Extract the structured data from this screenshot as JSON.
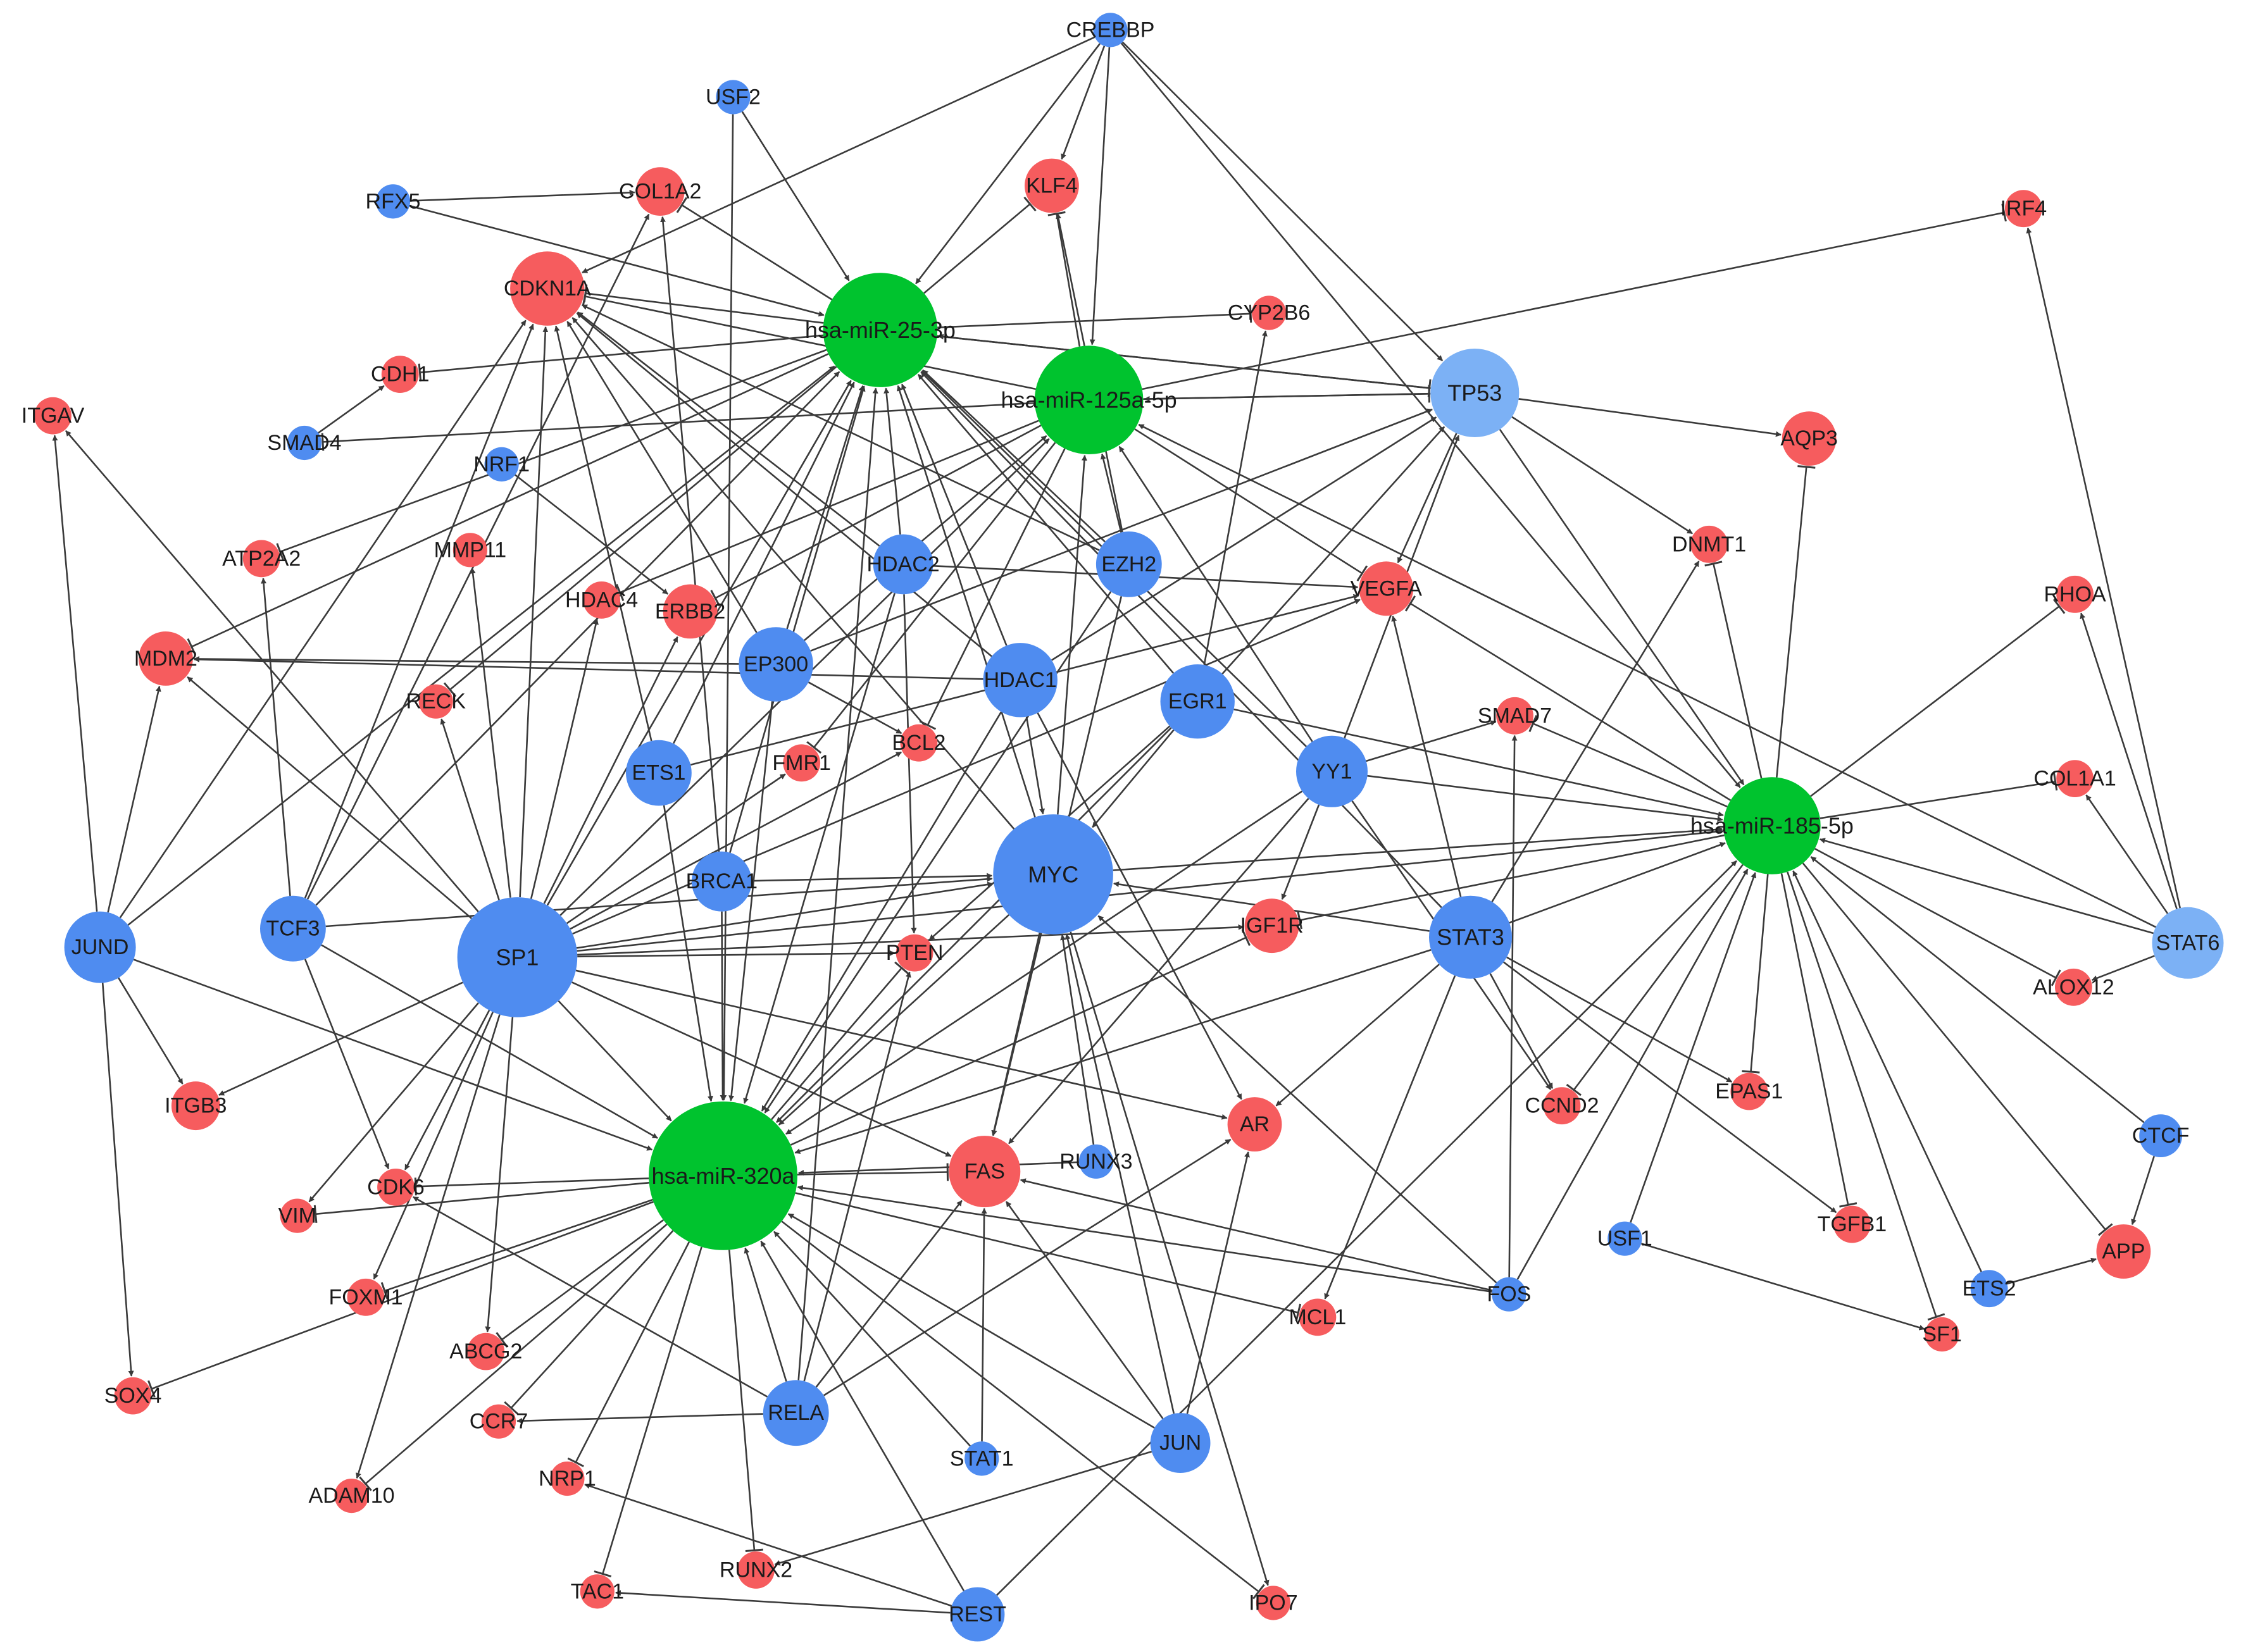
{
  "colors": {
    "mirna": "#00c32e",
    "tf": "#4f8cf0",
    "tf_light": "#7cb1f5",
    "target": "#f65c5e",
    "edge": "#3a3a3a"
  },
  "nodes": [
    {
      "id": "CREBBP",
      "label": "CREBBP",
      "type": "tf"
    },
    {
      "id": "USF2",
      "label": "USF2",
      "type": "tf"
    },
    {
      "id": "RFX5",
      "label": "RFX5",
      "type": "tf"
    },
    {
      "id": "COL1A2",
      "label": "COL1A2",
      "type": "target"
    },
    {
      "id": "KLF4",
      "label": "KLF4",
      "type": "target"
    },
    {
      "id": "IRF4",
      "label": "IRF4",
      "type": "target"
    },
    {
      "id": "CDKN1A",
      "label": "CDKN1A",
      "type": "target"
    },
    {
      "id": "miR25",
      "label": "hsa-miR-25-3p",
      "type": "mirna"
    },
    {
      "id": "CYP2B6",
      "label": "CYP2B6",
      "type": "target"
    },
    {
      "id": "miR125",
      "label": "hsa-miR-125a-5p",
      "type": "mirna"
    },
    {
      "id": "TP53",
      "label": "TP53",
      "type": "tf_light"
    },
    {
      "id": "CDH1",
      "label": "CDH1",
      "type": "target"
    },
    {
      "id": "ITGAV",
      "label": "ITGAV",
      "type": "target"
    },
    {
      "id": "SMAD4",
      "label": "SMAD4",
      "type": "tf"
    },
    {
      "id": "NRF1",
      "label": "NRF1",
      "type": "tf"
    },
    {
      "id": "AQP3",
      "label": "AQP3",
      "type": "target"
    },
    {
      "id": "ATP2A2",
      "label": "ATP2A2",
      "type": "target"
    },
    {
      "id": "MMP11",
      "label": "MMP11",
      "type": "target"
    },
    {
      "id": "DNMT1",
      "label": "DNMT1",
      "type": "target"
    },
    {
      "id": "HDAC2",
      "label": "HDAC2",
      "type": "tf"
    },
    {
      "id": "EZH2",
      "label": "EZH2",
      "type": "tf"
    },
    {
      "id": "VEGFA",
      "label": "VEGFA",
      "type": "target"
    },
    {
      "id": "RHOA",
      "label": "RHOA",
      "type": "target"
    },
    {
      "id": "HDAC4",
      "label": "HDAC4",
      "type": "target"
    },
    {
      "id": "ERBB2",
      "label": "ERBB2",
      "type": "target"
    },
    {
      "id": "MDM2",
      "label": "MDM2",
      "type": "target"
    },
    {
      "id": "EP300",
      "label": "EP300",
      "type": "tf"
    },
    {
      "id": "HDAC1",
      "label": "HDAC1",
      "type": "tf"
    },
    {
      "id": "RECK",
      "label": "RECK",
      "type": "target"
    },
    {
      "id": "EGR1",
      "label": "EGR1",
      "type": "tf"
    },
    {
      "id": "SMAD7",
      "label": "SMAD7",
      "type": "target"
    },
    {
      "id": "BCL2",
      "label": "BCL2",
      "type": "target"
    },
    {
      "id": "FMR1",
      "label": "FMR1",
      "type": "target"
    },
    {
      "id": "ETS1",
      "label": "ETS1",
      "type": "tf"
    },
    {
      "id": "YY1",
      "label": "YY1",
      "type": "tf"
    },
    {
      "id": "COL1A1",
      "label": "COL1A1",
      "type": "target"
    },
    {
      "id": "miR185",
      "label": "hsa-miR-185-5p",
      "type": "mirna"
    },
    {
      "id": "BRCA1",
      "label": "BRCA1",
      "type": "tf"
    },
    {
      "id": "MYC",
      "label": "MYC",
      "type": "tf"
    },
    {
      "id": "JUND",
      "label": "JUND",
      "type": "tf"
    },
    {
      "id": "TCF3",
      "label": "TCF3",
      "type": "tf"
    },
    {
      "id": "SP1",
      "label": "SP1",
      "type": "tf"
    },
    {
      "id": "IGF1R",
      "label": "IGF1R",
      "type": "target"
    },
    {
      "id": "STAT3",
      "label": "STAT3",
      "type": "tf"
    },
    {
      "id": "STAT6",
      "label": "STAT6",
      "type": "tf_light"
    },
    {
      "id": "PTEN",
      "label": "PTEN",
      "type": "target"
    },
    {
      "id": "ALOX12",
      "label": "ALOX12",
      "type": "target"
    },
    {
      "id": "ITGB3",
      "label": "ITGB3",
      "type": "target"
    },
    {
      "id": "EPAS1",
      "label": "EPAS1",
      "type": "target"
    },
    {
      "id": "CCND2",
      "label": "CCND2",
      "type": "target"
    },
    {
      "id": "AR",
      "label": "AR",
      "type": "target"
    },
    {
      "id": "CTCF",
      "label": "CTCF",
      "type": "tf"
    },
    {
      "id": "miR320",
      "label": "hsa-miR-320a",
      "type": "mirna"
    },
    {
      "id": "FAS",
      "label": "FAS",
      "type": "target"
    },
    {
      "id": "RUNX3",
      "label": "RUNX3",
      "type": "tf"
    },
    {
      "id": "CDK6",
      "label": "CDK6",
      "type": "target"
    },
    {
      "id": "VIM",
      "label": "VIM",
      "type": "target"
    },
    {
      "id": "TGFB1",
      "label": "TGFB1",
      "type": "target"
    },
    {
      "id": "USF1",
      "label": "USF1",
      "type": "tf"
    },
    {
      "id": "APP",
      "label": "APP",
      "type": "target"
    },
    {
      "id": "FOXM1",
      "label": "FOXM1",
      "type": "target"
    },
    {
      "id": "FOS",
      "label": "FOS",
      "type": "tf"
    },
    {
      "id": "ETS2",
      "label": "ETS2",
      "type": "tf"
    },
    {
      "id": "MCL1",
      "label": "MCL1",
      "type": "target"
    },
    {
      "id": "SF1",
      "label": "SF1",
      "type": "target"
    },
    {
      "id": "ABCG2",
      "label": "ABCG2",
      "type": "target"
    },
    {
      "id": "SOX4",
      "label": "SOX4",
      "type": "target"
    },
    {
      "id": "RELA",
      "label": "RELA",
      "type": "tf"
    },
    {
      "id": "CCR7",
      "label": "CCR7",
      "type": "target"
    },
    {
      "id": "JUN",
      "label": "JUN",
      "type": "tf"
    },
    {
      "id": "STAT1",
      "label": "STAT1",
      "type": "tf"
    },
    {
      "id": "NRP1",
      "label": "NRP1",
      "type": "target"
    },
    {
      "id": "ADAM10",
      "label": "ADAM10",
      "type": "target"
    },
    {
      "id": "RUNX2",
      "label": "RUNX2",
      "type": "target"
    },
    {
      "id": "TAC1",
      "label": "TAC1",
      "type": "target"
    },
    {
      "id": "REST",
      "label": "REST",
      "type": "tf"
    },
    {
      "id": "IPO7",
      "label": "IPO7",
      "type": "target"
    }
  ],
  "edges": [
    [
      "CREBBP",
      "CDKN1A",
      "a"
    ],
    [
      "CREBBP",
      "miR25",
      "a"
    ],
    [
      "CREBBP",
      "miR125",
      "a"
    ],
    [
      "CREBBP",
      "TP53",
      "a"
    ],
    [
      "CREBBP",
      "KLF4",
      "a"
    ],
    [
      "CREBBP",
      "miR185",
      "a"
    ],
    [
      "USF2",
      "miR25",
      "a"
    ],
    [
      "USF2",
      "miR320",
      "a"
    ],
    [
      "RFX5",
      "COL1A2",
      "a"
    ],
    [
      "RFX5",
      "miR25",
      "a"
    ],
    [
      "miR25",
      "COL1A2",
      "i"
    ],
    [
      "miR25",
      "KLF4",
      "i"
    ],
    [
      "miR25",
      "CDKN1A",
      "i"
    ],
    [
      "miR25",
      "CYP2B6",
      "i"
    ],
    [
      "miR25",
      "TP53",
      "i"
    ],
    [
      "miR25",
      "CDH1",
      "i"
    ],
    [
      "miR25",
      "MDM2",
      "i"
    ],
    [
      "miR25",
      "RECK",
      "i"
    ],
    [
      "miR25",
      "ATP2A2",
      "i"
    ],
    [
      "miR125",
      "CDKN1A",
      "i"
    ],
    [
      "miR125",
      "SMAD4",
      "i"
    ],
    [
      "miR125",
      "IRF4",
      "i"
    ],
    [
      "miR125",
      "ERBB2",
      "i"
    ],
    [
      "miR125",
      "VEGFA",
      "i"
    ],
    [
      "miR125",
      "HDAC4",
      "i"
    ],
    [
      "miR125",
      "BCL2",
      "i"
    ],
    [
      "miR125",
      "TP53",
      "i"
    ],
    [
      "miR125",
      "KLF4",
      "i"
    ],
    [
      "miR125",
      "FMR1",
      "i"
    ],
    [
      "miR185",
      "DNMT1",
      "i"
    ],
    [
      "miR185",
      "AQP3",
      "i"
    ],
    [
      "miR185",
      "RHOA",
      "i"
    ],
    [
      "miR185",
      "COL1A1",
      "i"
    ],
    [
      "miR185",
      "ALOX12",
      "i"
    ],
    [
      "miR185",
      "EPAS1",
      "i"
    ],
    [
      "miR185",
      "CCND2",
      "i"
    ],
    [
      "miR185",
      "TGFB1",
      "i"
    ],
    [
      "miR185",
      "APP",
      "i"
    ],
    [
      "miR185",
      "SF1",
      "i"
    ],
    [
      "miR185",
      "VEGFA",
      "i"
    ],
    [
      "miR185",
      "SMAD7",
      "i"
    ],
    [
      "miR185",
      "IGF1R",
      "i"
    ],
    [
      "miR320",
      "CDK6",
      "i"
    ],
    [
      "miR320",
      "VIM",
      "i"
    ],
    [
      "miR320",
      "FOXM1",
      "i"
    ],
    [
      "miR320",
      "ABCG2",
      "i"
    ],
    [
      "miR320",
      "CCR7",
      "i"
    ],
    [
      "miR320",
      "NRP1",
      "i"
    ],
    [
      "miR320",
      "RUNX2",
      "i"
    ],
    [
      "miR320",
      "TAC1",
      "i"
    ],
    [
      "miR320",
      "ADAM10",
      "i"
    ],
    [
      "miR320",
      "FAS",
      "i"
    ],
    [
      "miR320",
      "IGF1R",
      "i"
    ],
    [
      "miR320",
      "PTEN",
      "i"
    ],
    [
      "miR320",
      "MCL1",
      "i"
    ],
    [
      "miR320",
      "IPO7",
      "i"
    ],
    [
      "miR320",
      "SOX4",
      "i"
    ],
    [
      "TP53",
      "AQP3",
      "a"
    ],
    [
      "TP53",
      "DNMT1",
      "a"
    ],
    [
      "TP53",
      "VEGFA",
      "a"
    ],
    [
      "TP53",
      "miR185",
      "a"
    ],
    [
      "TP53",
      "miR125",
      "a"
    ],
    [
      "TP53",
      "miR25",
      "a"
    ],
    [
      "JUND",
      "ITGAV",
      "a"
    ],
    [
      "JUND",
      "MDM2",
      "a"
    ],
    [
      "JUND",
      "ITGB3",
      "a"
    ],
    [
      "JUND",
      "SOX4",
      "a"
    ],
    [
      "JUND",
      "miR25",
      "a"
    ],
    [
      "JUND",
      "CDKN1A",
      "a"
    ],
    [
      "JUND",
      "miR320",
      "a"
    ],
    [
      "TCF3",
      "CDKN1A",
      "a"
    ],
    [
      "TCF3",
      "CDK6",
      "a"
    ],
    [
      "TCF3",
      "COL1A2",
      "a"
    ],
    [
      "TCF3",
      "ATP2A2",
      "a"
    ],
    [
      "TCF3",
      "miR25",
      "a"
    ],
    [
      "TCF3",
      "MYC",
      "a"
    ],
    [
      "TCF3",
      "miR320",
      "a"
    ],
    [
      "SP1",
      "CDKN1A",
      "a"
    ],
    [
      "SP1",
      "MDM2",
      "a"
    ],
    [
      "SP1",
      "ITGAV",
      "a"
    ],
    [
      "SP1",
      "MMP11",
      "a"
    ],
    [
      "SP1",
      "ERBB2",
      "a"
    ],
    [
      "SP1",
      "HDAC4",
      "a"
    ],
    [
      "SP1",
      "miR25",
      "a"
    ],
    [
      "SP1",
      "miR125",
      "a"
    ],
    [
      "SP1",
      "miR320",
      "a"
    ],
    [
      "SP1",
      "VIM",
      "a"
    ],
    [
      "SP1",
      "CDK6",
      "a"
    ],
    [
      "SP1",
      "FOXM1",
      "a"
    ],
    [
      "SP1",
      "ABCG2",
      "a"
    ],
    [
      "SP1",
      "ADAM10",
      "a"
    ],
    [
      "SP1",
      "ITGB3",
      "a"
    ],
    [
      "SP1",
      "MYC",
      "a"
    ],
    [
      "SP1",
      "PTEN",
      "a"
    ],
    [
      "SP1",
      "AR",
      "a"
    ],
    [
      "SP1",
      "FAS",
      "a"
    ],
    [
      "SP1",
      "IGF1R",
      "a"
    ],
    [
      "SP1",
      "miR185",
      "a"
    ],
    [
      "SP1",
      "RECK",
      "a"
    ],
    [
      "SP1",
      "BCL2",
      "a"
    ],
    [
      "SP1",
      "FMR1",
      "a"
    ],
    [
      "SP1",
      "VEGFA",
      "a"
    ],
    [
      "EP300",
      "CDKN1A",
      "a"
    ],
    [
      "EP300",
      "miR25",
      "a"
    ],
    [
      "EP300",
      "miR125",
      "a"
    ],
    [
      "EP300",
      "TP53",
      "a"
    ],
    [
      "EP300",
      "miR320",
      "a"
    ],
    [
      "EP300",
      "MDM2",
      "a"
    ],
    [
      "EP300",
      "BCL2",
      "a"
    ],
    [
      "HDAC2",
      "miR25",
      "a"
    ],
    [
      "HDAC2",
      "CDKN1A",
      "a"
    ],
    [
      "HDAC2",
      "miR320",
      "a"
    ],
    [
      "HDAC2",
      "VEGFA",
      "a"
    ],
    [
      "HDAC2",
      "PTEN",
      "a"
    ],
    [
      "HDAC1",
      "miR25",
      "a"
    ],
    [
      "HDAC1",
      "CDKN1A",
      "a"
    ],
    [
      "HDAC1",
      "miR320",
      "a"
    ],
    [
      "HDAC1",
      "TP53",
      "a"
    ],
    [
      "HDAC1",
      "MYC",
      "a"
    ],
    [
      "HDAC1",
      "MDM2",
      "a"
    ],
    [
      "HDAC1",
      "AR",
      "a"
    ],
    [
      "EZH2",
      "miR25",
      "a"
    ],
    [
      "EZH2",
      "miR125",
      "a"
    ],
    [
      "EZH2",
      "KLF4",
      "a"
    ],
    [
      "EZH2",
      "CDKN1A",
      "a"
    ],
    [
      "EZH2",
      "miR320",
      "a"
    ],
    [
      "EZH2",
      "FAS",
      "a"
    ],
    [
      "EGR1",
      "miR25",
      "a"
    ],
    [
      "EGR1",
      "CYP2B6",
      "a"
    ],
    [
      "EGR1",
      "TP53",
      "a"
    ],
    [
      "EGR1",
      "miR320",
      "a"
    ],
    [
      "EGR1",
      "MYC",
      "a"
    ],
    [
      "EGR1",
      "PTEN",
      "a"
    ],
    [
      "EGR1",
      "miR185",
      "a"
    ],
    [
      "YY1",
      "miR25",
      "a"
    ],
    [
      "YY1",
      "miR125",
      "a"
    ],
    [
      "YY1",
      "TP53",
      "a"
    ],
    [
      "YY1",
      "miR185",
      "a"
    ],
    [
      "YY1",
      "SMAD7",
      "a"
    ],
    [
      "YY1",
      "IGF1R",
      "a"
    ],
    [
      "YY1",
      "miR320",
      "a"
    ],
    [
      "YY1",
      "FAS",
      "a"
    ],
    [
      "YY1",
      "CCND2",
      "a"
    ],
    [
      "ETS1",
      "CDKN1A",
      "a"
    ],
    [
      "ETS1",
      "miR25",
      "a"
    ],
    [
      "ETS1",
      "miR320",
      "a"
    ],
    [
      "ETS1",
      "VEGFA",
      "a"
    ],
    [
      "BRCA1",
      "COL1A2",
      "a"
    ],
    [
      "BRCA1",
      "MYC",
      "a"
    ],
    [
      "BRCA1",
      "miR320",
      "a"
    ],
    [
      "BRCA1",
      "miR25",
      "a"
    ],
    [
      "MYC",
      "miR25",
      "a"
    ],
    [
      "MYC",
      "CDKN1A",
      "a"
    ],
    [
      "MYC",
      "miR125",
      "a"
    ],
    [
      "MYC",
      "miR320",
      "a"
    ],
    [
      "MYC",
      "FAS",
      "a"
    ],
    [
      "MYC",
      "miR185",
      "a"
    ],
    [
      "MYC",
      "IPO7",
      "a"
    ],
    [
      "STAT3",
      "miR185",
      "a"
    ],
    [
      "STAT3",
      "miR320",
      "a"
    ],
    [
      "STAT3",
      "MYC",
      "a"
    ],
    [
      "STAT3",
      "EPAS1",
      "a"
    ],
    [
      "STAT3",
      "TGFB1",
      "a"
    ],
    [
      "STAT3",
      "MCL1",
      "a"
    ],
    [
      "STAT3",
      "miR25",
      "a"
    ],
    [
      "STAT3",
      "VEGFA",
      "a"
    ],
    [
      "STAT3",
      "AR",
      "a"
    ],
    [
      "STAT3",
      "CCND2",
      "a"
    ],
    [
      "STAT3",
      "DNMT1",
      "a"
    ],
    [
      "STAT6",
      "miR185",
      "a"
    ],
    [
      "STAT6",
      "IRF4",
      "a"
    ],
    [
      "STAT6",
      "RHOA",
      "a"
    ],
    [
      "STAT6",
      "COL1A1",
      "a"
    ],
    [
      "STAT6",
      "ALOX12",
      "a"
    ],
    [
      "STAT6",
      "miR125",
      "a"
    ],
    [
      "CTCF",
      "APP",
      "a"
    ],
    [
      "CTCF",
      "miR185",
      "a"
    ],
    [
      "USF1",
      "SF1",
      "a"
    ],
    [
      "USF1",
      "miR185",
      "a"
    ],
    [
      "ETS2",
      "APP",
      "a"
    ],
    [
      "ETS2",
      "miR185",
      "a"
    ],
    [
      "FOS",
      "miR185",
      "a"
    ],
    [
      "FOS",
      "SMAD7",
      "a"
    ],
    [
      "FOS",
      "FAS",
      "a"
    ],
    [
      "FOS",
      "miR320",
      "a"
    ],
    [
      "FOS",
      "MYC",
      "a"
    ],
    [
      "RELA",
      "miR320",
      "a"
    ],
    [
      "RELA",
      "FAS",
      "a"
    ],
    [
      "RELA",
      "CCR7",
      "a"
    ],
    [
      "RELA",
      "CDK6",
      "a"
    ],
    [
      "RELA",
      "PTEN",
      "a"
    ],
    [
      "RELA",
      "AR",
      "a"
    ],
    [
      "RELA",
      "miR25",
      "a"
    ],
    [
      "JUN",
      "miR320",
      "a"
    ],
    [
      "JUN",
      "FAS",
      "a"
    ],
    [
      "JUN",
      "AR",
      "a"
    ],
    [
      "JUN",
      "RUNX2",
      "a"
    ],
    [
      "JUN",
      "MYC",
      "a"
    ],
    [
      "STAT1",
      "FAS",
      "a"
    ],
    [
      "STAT1",
      "miR320",
      "a"
    ],
    [
      "REST",
      "TAC1",
      "a"
    ],
    [
      "REST",
      "NRP1",
      "a"
    ],
    [
      "REST",
      "miR320",
      "a"
    ],
    [
      "REST",
      "miR185",
      "a"
    ],
    [
      "RUNX3",
      "MYC",
      "a"
    ],
    [
      "RUNX3",
      "miR320",
      "a"
    ],
    [
      "SMAD4",
      "CDH1",
      "a"
    ],
    [
      "NRF1",
      "ERBB2",
      "a"
    ]
  ]
}
